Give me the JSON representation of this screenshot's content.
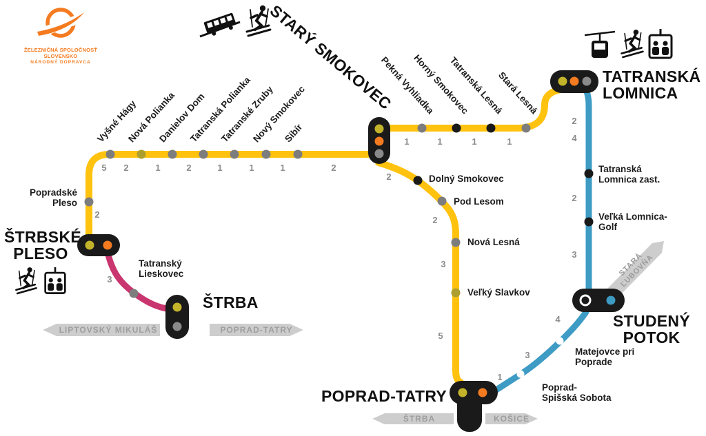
{
  "colors": {
    "line_yellow": "#FFC20E",
    "line_blue": "#3D9BC4",
    "line_pink": "#C9356E",
    "station_black": "#1A1A1A",
    "dot_olive": "#AC9F2E",
    "dot_olive_bright": "#C2B32B",
    "dot_orange": "#F47B20",
    "dot_gray": "#7D7D7D",
    "arrow_gray": "#CDCDCD",
    "number_gray": "#8C8C8C",
    "logo_orange": "#F47B20"
  },
  "logo": {
    "company": "ŽELEZNIČNÁ SPOLOČNOSŤ SLOVENSKO",
    "tagline": "NÁRODNÝ DOPRAVCA"
  },
  "terminals": {
    "stary_smokovec": "STARÝ SMOKOVEC",
    "tatranska_lomnica": [
      "TATRANSKÁ",
      "LOMNICA"
    ],
    "strbske_pleso": [
      "ŠTRBSKÉ",
      "PLESO"
    ],
    "strba": "ŠTRBA",
    "poprad_tatry": "POPRAD-TATRY",
    "studeny_potok": [
      "STUDENÝ",
      "POTOK"
    ]
  },
  "west_stations": [
    "Vyšné Hágy",
    "Nová Polianka",
    "Danielov Dom",
    "Tatranská Polianka",
    "Tatranské Zruby",
    "Nový Smokovec",
    "Sibír"
  ],
  "east_stations": [
    "Pekná Vyhliadka",
    "Horný Smokovec",
    "Tatranská Lesná",
    "Stará Lesná"
  ],
  "south_stations": [
    "Dolný Smokovec",
    "Pod Lesom",
    "Nová Lesná",
    "Veľký Slavkov"
  ],
  "other_stations": {
    "popradske_pleso": [
      "Popradské",
      "Pleso"
    ],
    "tatransky_lieskovec": [
      "Tatranský",
      "Lieskovec"
    ],
    "tatranska_lomnica_zast": [
      "Tatranská",
      "Lomnica zast."
    ],
    "velka_lomnica_golf": [
      "Veľká Lomnica-",
      "Golf"
    ],
    "matejovce": [
      "Matejovce pri",
      "Poprade"
    ],
    "spisska_sobota": [
      "Poprad-",
      "Spišská Sobota"
    ]
  },
  "travel_times": {
    "west": [
      "2",
      "5",
      "2",
      "1",
      "2",
      "1",
      "1",
      "1",
      "2"
    ],
    "east": [
      "1",
      "1",
      "1",
      "1"
    ],
    "south": [
      "2",
      "2",
      "3",
      "5"
    ],
    "blue_north": [
      "2",
      "4",
      "2",
      "3"
    ],
    "blue_south": [
      "4",
      "3",
      "1"
    ],
    "pink": [
      "3"
    ]
  },
  "arrows": {
    "liptovsky_mikulas": "LIPTOVSKÝ MIKULÁŠ",
    "poprad_tatry": "POPRAD-TATRY",
    "strba": "ŠTRBA",
    "kosice": "KOŠICE",
    "stara_lubovna": [
      "STARÁ",
      "ĽUBOVŇA"
    ]
  },
  "icons": [
    "funicular-icon",
    "ski-icon",
    "gondola-icon",
    "chairlift-cabin-icon"
  ]
}
